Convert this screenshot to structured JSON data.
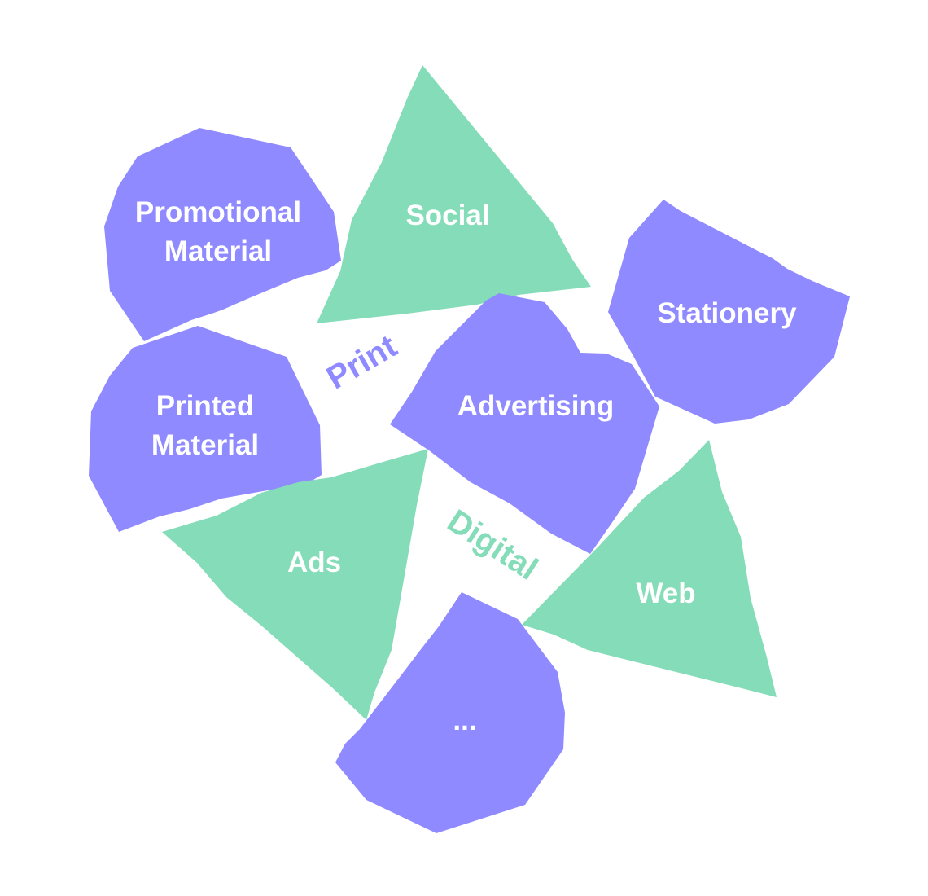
{
  "colors": {
    "purple": "#8f8aff",
    "green": "#84dcb9",
    "text": "#ffffff",
    "background": "#ffffff"
  },
  "categories": {
    "print": "Print",
    "digital": "Digital"
  },
  "shapes": {
    "promotional_material": {
      "line1": "Promotional",
      "line2": "Material"
    },
    "social": "Social",
    "stationery": "Stationery",
    "printed_material": {
      "line1": "Printed",
      "line2": "Material"
    },
    "advertising": "Advertising",
    "ads": "Ads",
    "web": "Web",
    "more": "..."
  }
}
